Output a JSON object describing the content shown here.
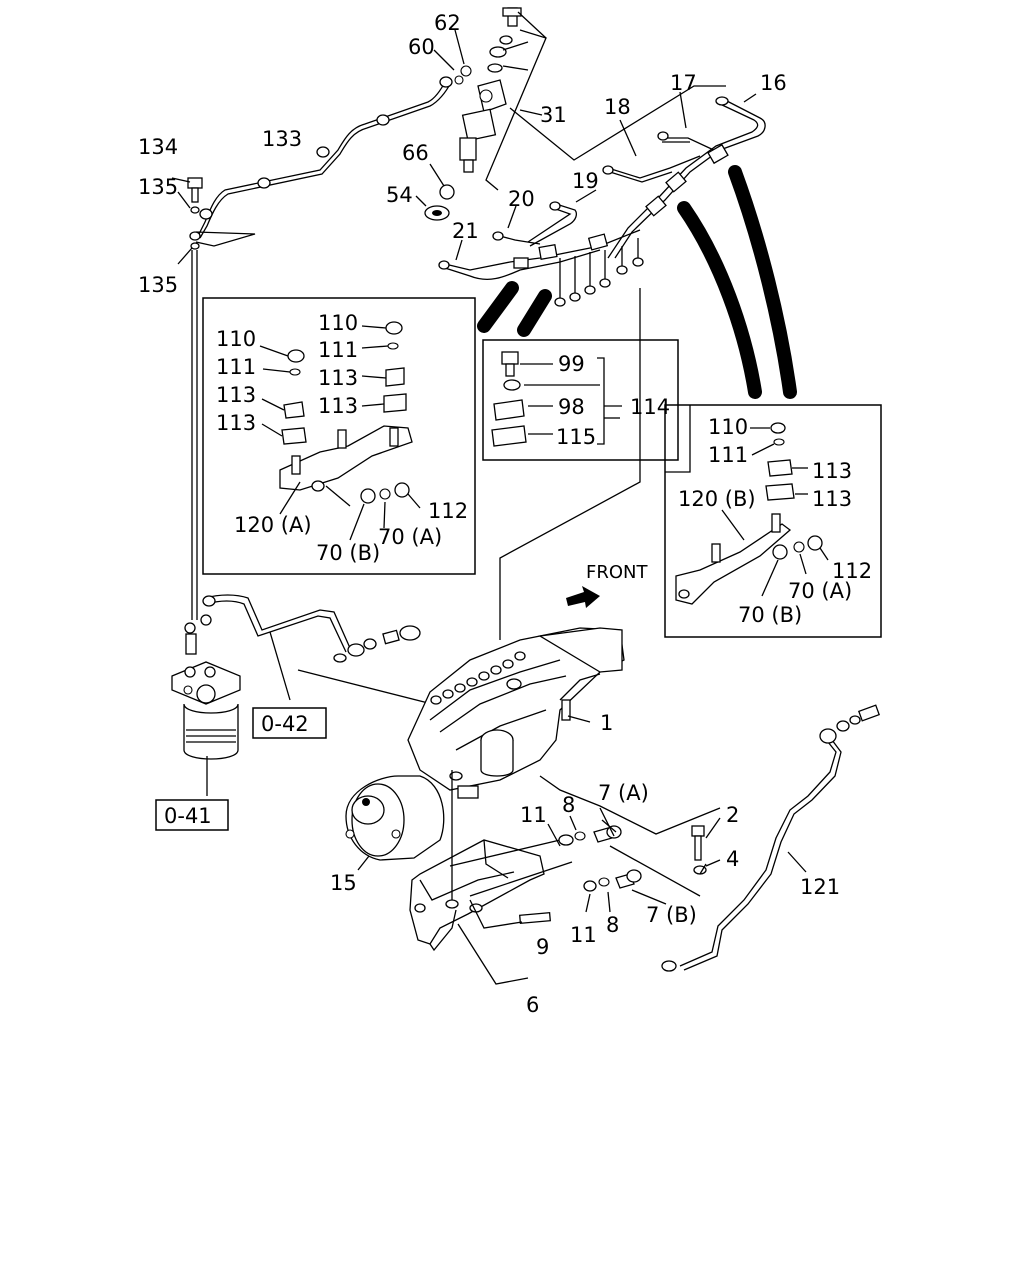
{
  "labels": {
    "p1": "1",
    "p2": "2",
    "p4": "4",
    "p6": "6",
    "p7a": "7 (A)",
    "p7b": "7 (B)",
    "p8a": "8",
    "p8b": "8",
    "p9": "9",
    "p11a": "11",
    "p11b": "11",
    "p15": "15",
    "p16": "16",
    "p17": "17",
    "p18": "18",
    "p19": "19",
    "p20": "20",
    "p21": "21",
    "p31": "31",
    "p54": "54",
    "p60": "60",
    "p62": "62",
    "p66": "66",
    "p121": "121",
    "p133": "133",
    "p134": "134",
    "p135a": "135",
    "p135b": "135",
    "front": "FRONT",
    "ref041": "0-41",
    "ref042": "0-42"
  },
  "inset_a": {
    "l110a": "110",
    "l111a": "111",
    "l113a": "113",
    "l113b": "113",
    "l110b": "110",
    "l111b": "111",
    "l113c": "113",
    "l113d": "113",
    "l120": "120 (A)",
    "l70b": "70 (B)",
    "l70a": "70 (A)",
    "l112": "112"
  },
  "inset_clamp": {
    "l99": "99",
    "l98": "98",
    "l114": "114",
    "l115": "115"
  },
  "inset_b": {
    "l110": "110",
    "l111": "111",
    "l113a": "113",
    "l113b": "113",
    "l120": "120 (B)",
    "l70a": "70 (A)",
    "l70b": "70 (B)",
    "l112": "112"
  }
}
